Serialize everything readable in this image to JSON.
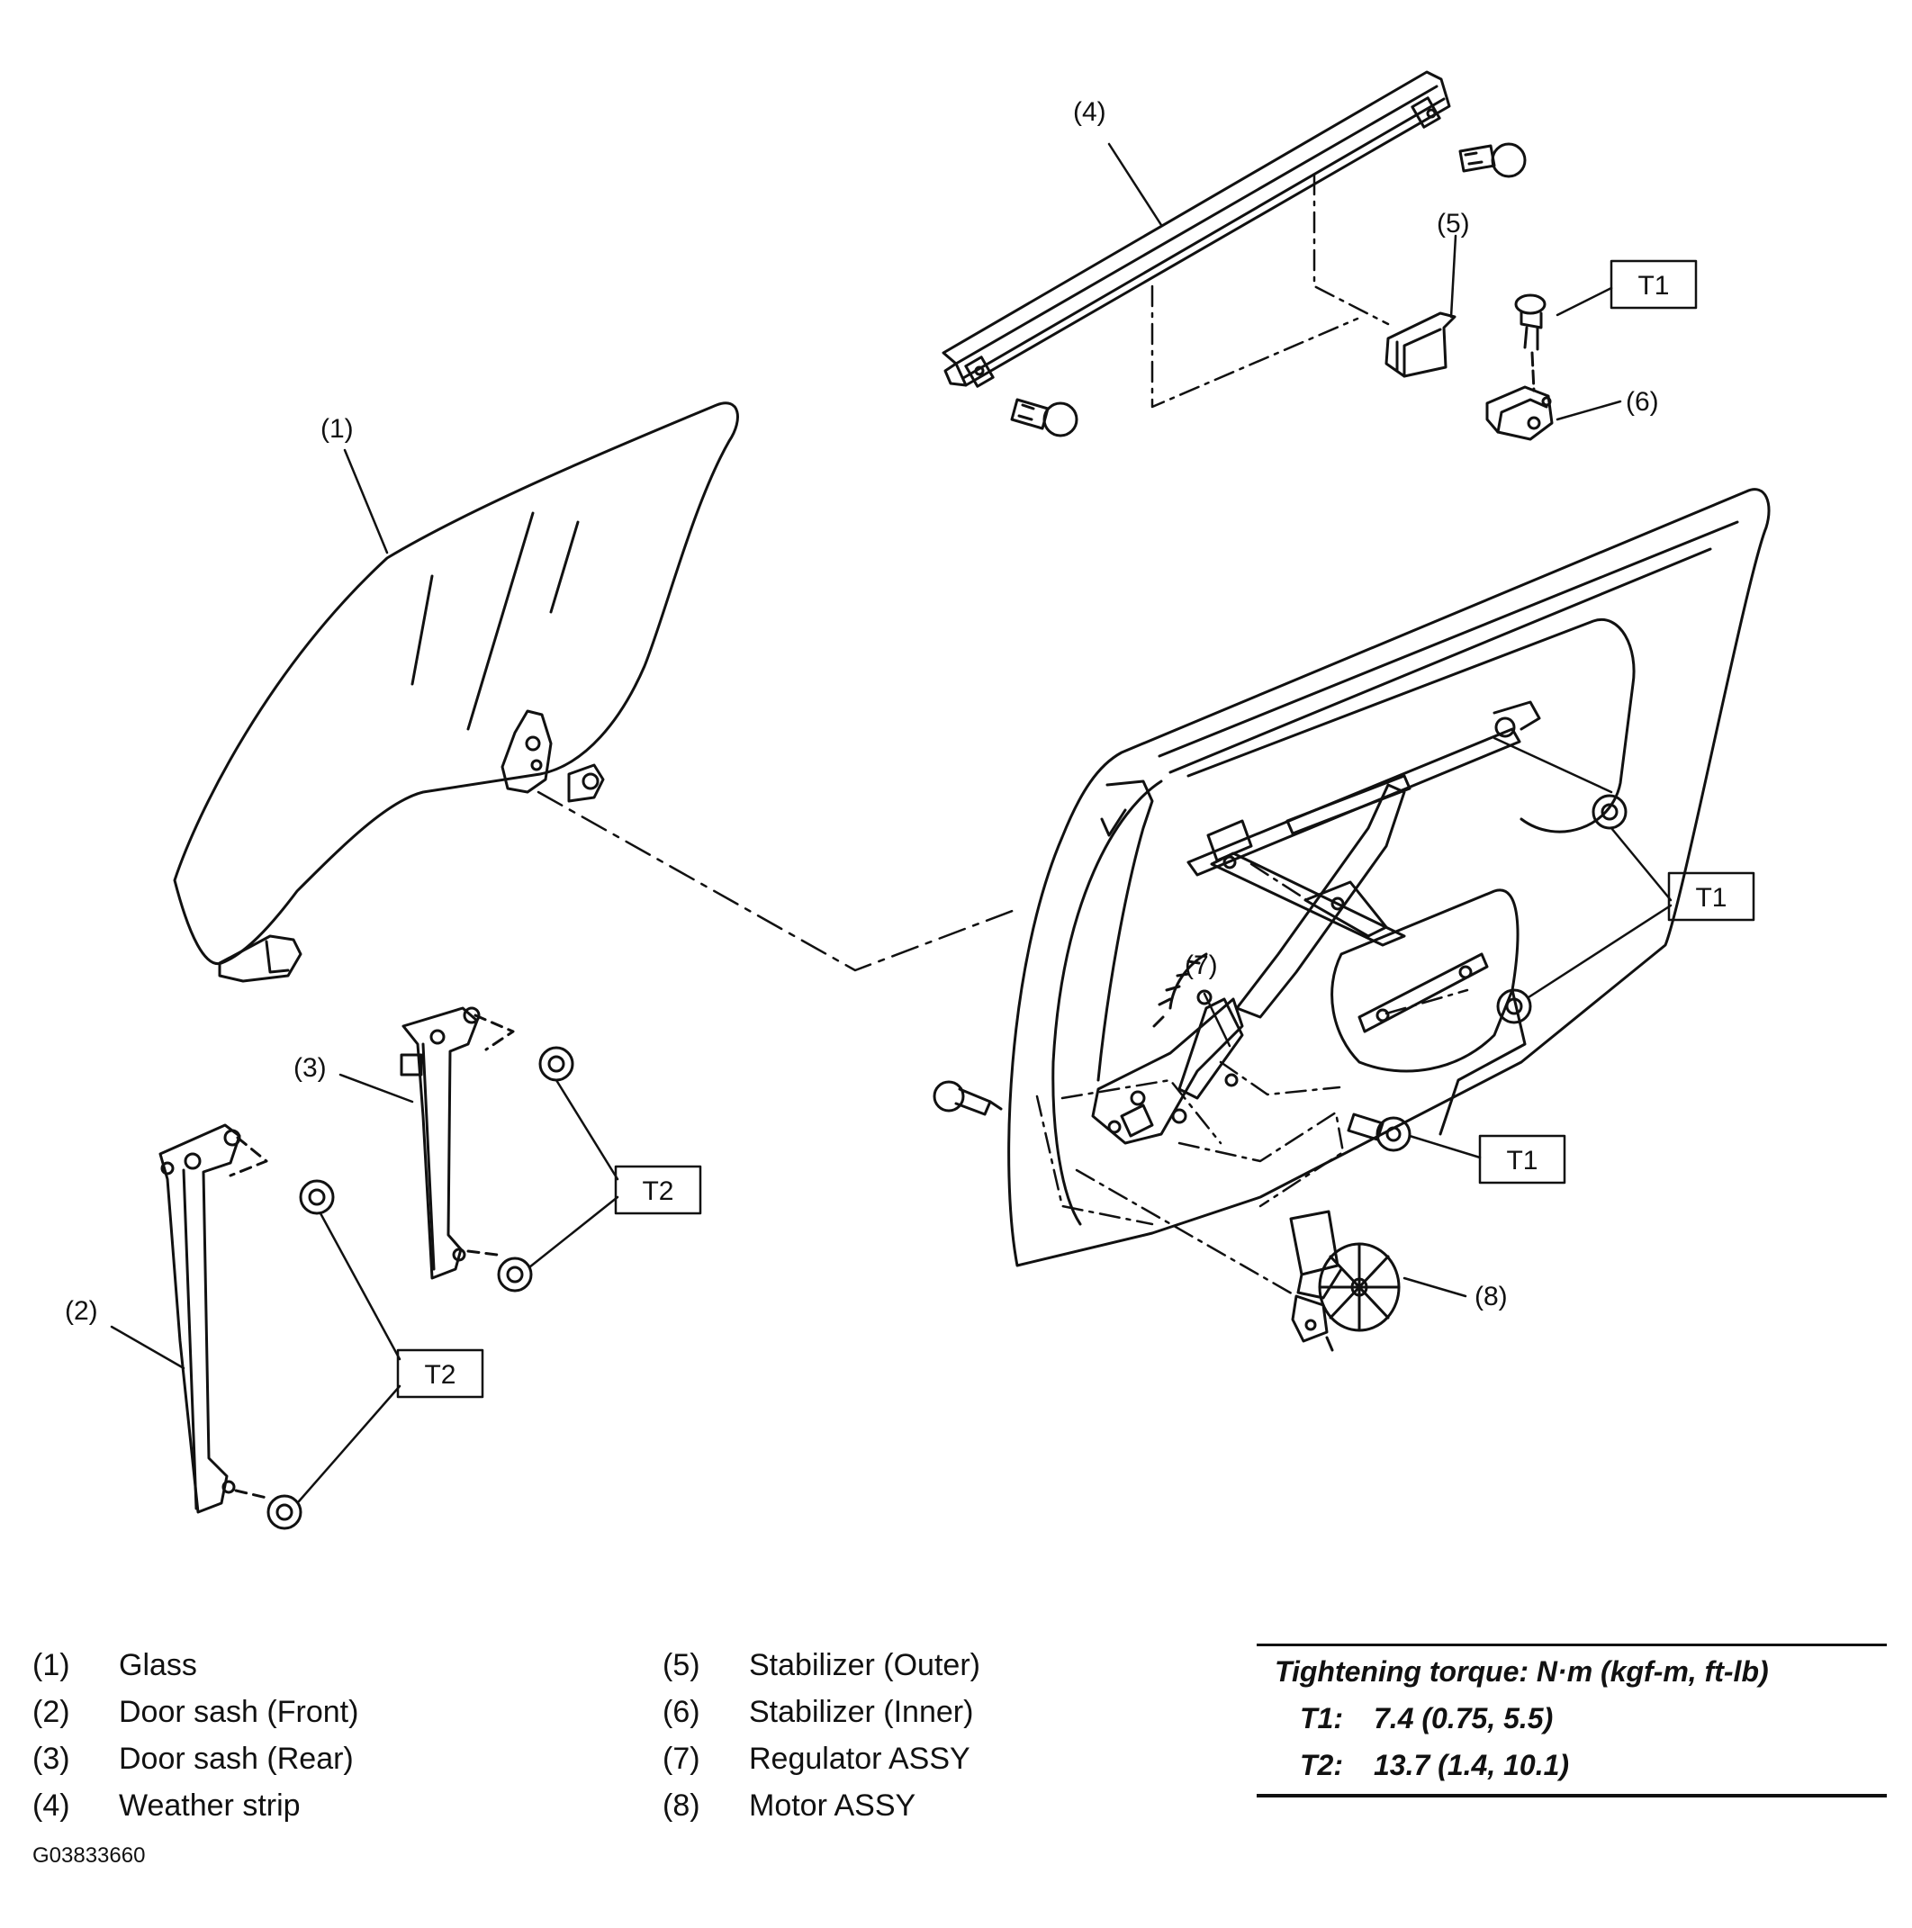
{
  "callouts": {
    "c1": "(1)",
    "c2": "(2)",
    "c3": "(3)",
    "c4": "(4)",
    "c5": "(5)",
    "c6": "(6)",
    "c7": "(7)",
    "c8": "(8)"
  },
  "torque_tags": {
    "t1_top": "T1",
    "t1_mid": "T1",
    "t1_low": "T1",
    "t2_upper": "T2",
    "t2_lower": "T2"
  },
  "legend": {
    "items": [
      {
        "num": "(1)",
        "name": "Glass"
      },
      {
        "num": "(2)",
        "name": "Door sash (Front)"
      },
      {
        "num": "(3)",
        "name": "Door sash (Rear)"
      },
      {
        "num": "(4)",
        "name": "Weather strip"
      },
      {
        "num": "(5)",
        "name": "Stabilizer (Outer)"
      },
      {
        "num": "(6)",
        "name": "Stabilizer (Inner)"
      },
      {
        "num": "(7)",
        "name": "Regulator ASSY"
      },
      {
        "num": "(8)",
        "name": "Motor ASSY"
      }
    ]
  },
  "torque_table": {
    "title": "Tightening torque: N·m (kgf-m, ft-lb)",
    "rows": [
      {
        "label": "T1:",
        "value": "7.4 (0.75, 5.5)"
      },
      {
        "label": "T2:",
        "value": "13.7 (1.4, 10.1)"
      }
    ]
  },
  "figure_id": "G03833660"
}
